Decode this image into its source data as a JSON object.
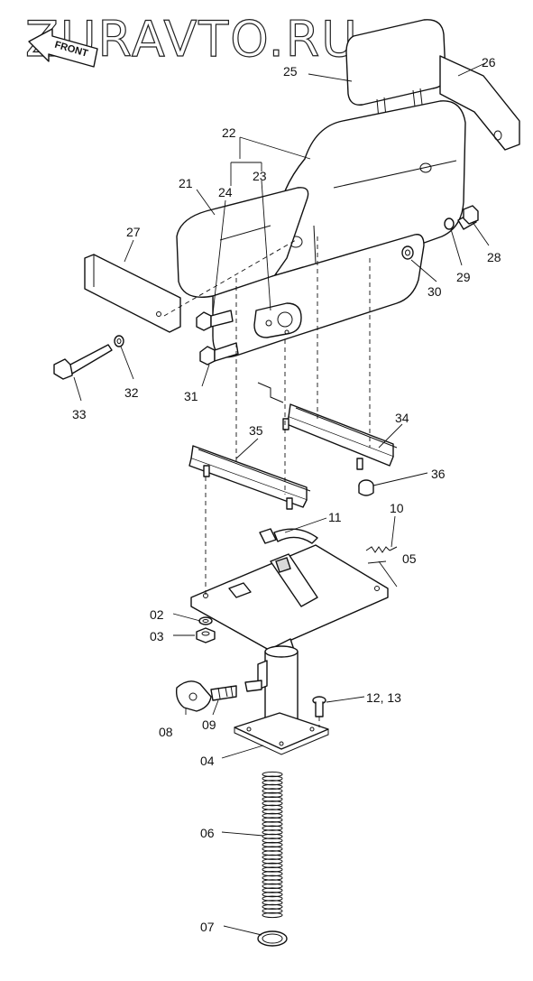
{
  "watermark": "ZURAVTO.RU",
  "front_label": "FRONT",
  "callouts": {
    "c02": "02",
    "c03": "03",
    "c04": "04",
    "c05": "05",
    "c06": "06",
    "c07": "07",
    "c08": "08",
    "c09": "09",
    "c10": "10",
    "c11": "11",
    "c1213": "12, 13",
    "c21": "21",
    "c22": "22",
    "c23": "23",
    "c24": "24",
    "c25": "25",
    "c26": "26",
    "c27": "27",
    "c28": "28",
    "c29": "29",
    "c30": "30",
    "c31": "31",
    "c32": "32",
    "c33": "33",
    "c34": "34",
    "c35": "35",
    "c36": "36"
  }
}
